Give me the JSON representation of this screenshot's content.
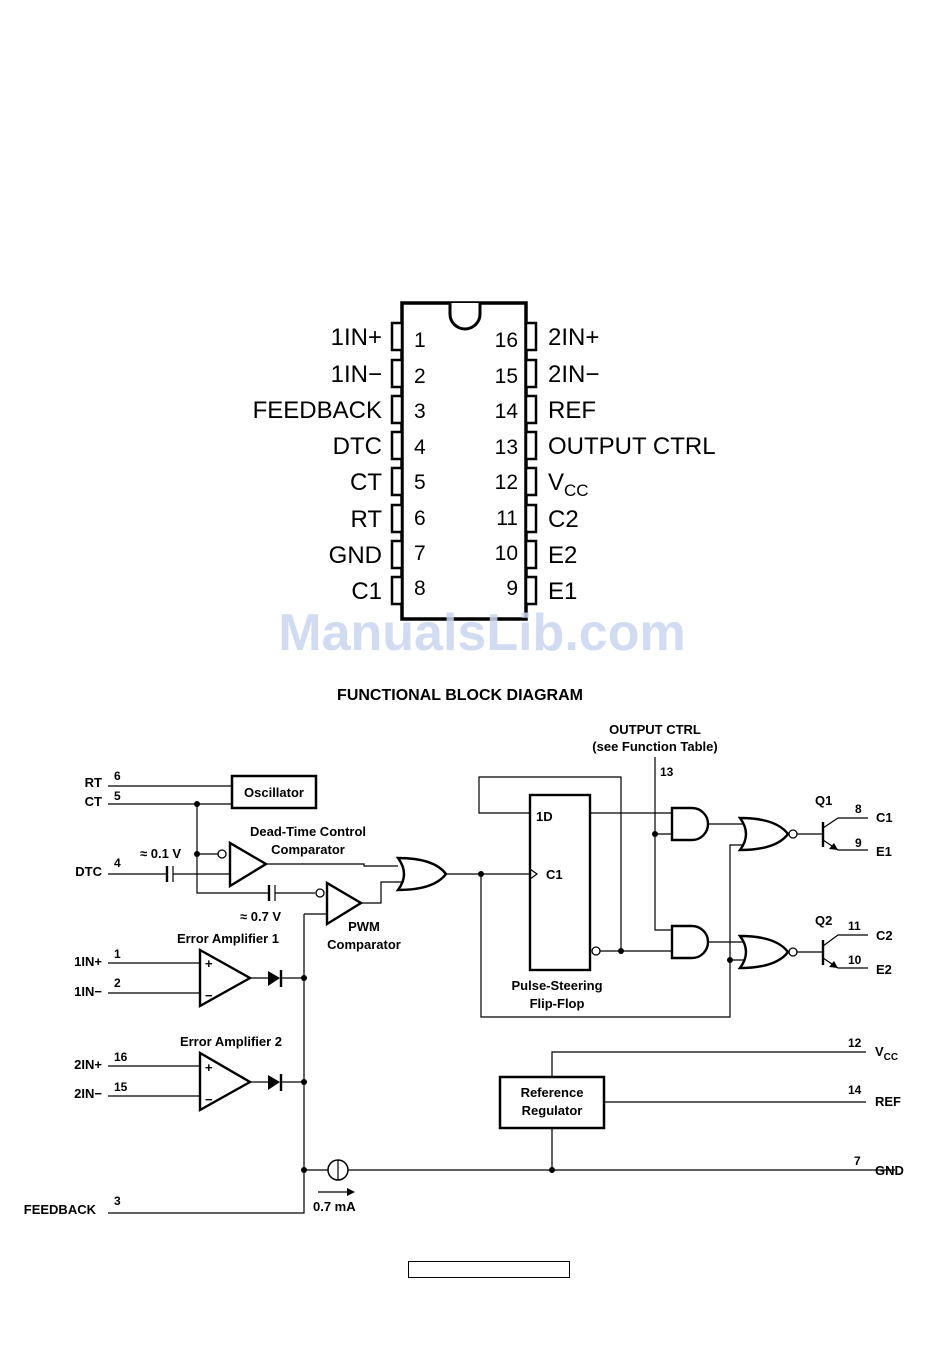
{
  "pinout": {
    "left_pins": [
      {
        "name": "1IN+",
        "number": "1"
      },
      {
        "name": "1IN−",
        "number": "2"
      },
      {
        "name": "FEEDBACK",
        "number": "3"
      },
      {
        "name": "DTC",
        "number": "4"
      },
      {
        "name": "CT",
        "number": "5"
      },
      {
        "name": "RT",
        "number": "6"
      },
      {
        "name": "GND",
        "number": "7"
      },
      {
        "name": "C1",
        "number": "8"
      }
    ],
    "right_pins": [
      {
        "name": "2IN+",
        "number": "16"
      },
      {
        "name": "2IN−",
        "number": "15"
      },
      {
        "name": "REF",
        "number": "14"
      },
      {
        "name": "OUTPUT CTRL",
        "number": "13"
      },
      {
        "name": "VCC",
        "number": "12"
      },
      {
        "name": "C2",
        "number": "11"
      },
      {
        "name": "E2",
        "number": "10"
      },
      {
        "name": "E1",
        "number": "9"
      }
    ]
  },
  "watermark": "ManualsLib.com",
  "block_diagram": {
    "title": "FUNCTIONAL BLOCK DIAGRAM",
    "oscillator": "Oscillator",
    "dead_time_title": "Dead-Time Control",
    "dead_time_subtitle": "Comparator",
    "pwm_title": "PWM",
    "pwm_subtitle": "Comparator",
    "ea1": "Error Amplifier 1",
    "ea2": "Error Amplifier 2",
    "flipflop_title": "Pulse-Steering",
    "flipflop_subtitle": "Flip-Flop",
    "ff_d": "1D",
    "ff_c": "C1",
    "output_ctrl_title": "OUTPUT CTRL",
    "output_ctrl_subtitle": "(see Function Table)",
    "ref_reg_title": "Reference",
    "ref_reg_subtitle": "Regulator",
    "v01": "≈ 0.1 V",
    "v07": "≈ 0.7 V",
    "current": "0.7 mA",
    "q1": "Q1",
    "q2": "Q2",
    "plus": "+",
    "minus": "−",
    "signals": {
      "rt": "RT",
      "ct": "CT",
      "dtc": "DTC",
      "in1p": "1IN+",
      "in1m": "1IN−",
      "in2p": "2IN+",
      "in2m": "2IN−",
      "feedback": "FEEDBACK",
      "c1": "C1",
      "e1": "E1",
      "c2": "C2",
      "e2": "E2",
      "vcc": "V",
      "vcc_sub": "CC",
      "ref": "REF",
      "gnd": "GND"
    },
    "pins": {
      "rt": "6",
      "ct": "5",
      "dtc": "4",
      "in1p": "1",
      "in1m": "2",
      "in2p": "16",
      "in2m": "15",
      "feedback": "3",
      "oc": "13",
      "c1": "8",
      "e1": "9",
      "c2": "11",
      "e2": "10",
      "vcc": "12",
      "ref": "14",
      "gnd": "7"
    }
  }
}
